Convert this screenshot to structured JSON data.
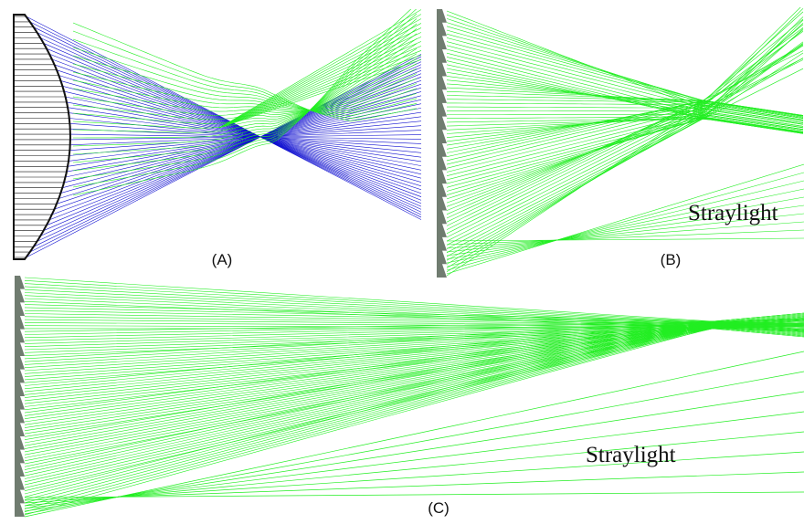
{
  "panels": [
    {
      "id": "A",
      "label": "(A)",
      "annotation": ""
    },
    {
      "id": "B",
      "label": "(B)",
      "annotation": "Straylight"
    },
    {
      "id": "C",
      "label": "(C)",
      "annotation": "Straylight"
    }
  ],
  "colors": {
    "ray_blue": "#1010d0",
    "ray_green": "#22ee22",
    "lens_outline": "#111111",
    "fresnel_lens": "#707c70",
    "background": "#ffffff"
  }
}
